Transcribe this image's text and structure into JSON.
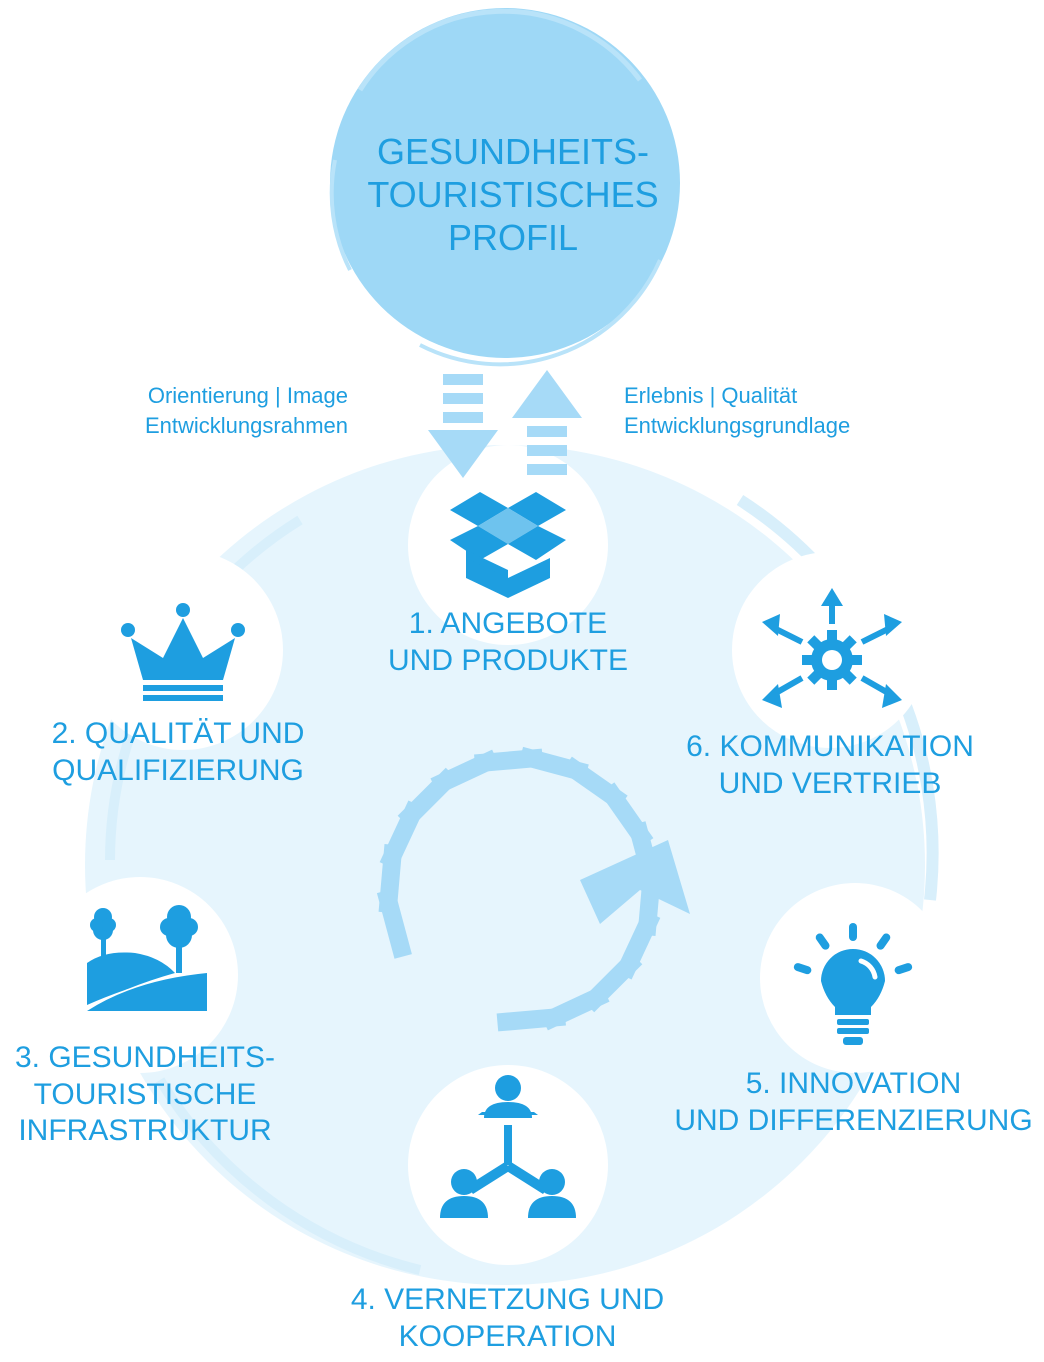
{
  "profile": {
    "line1": "GESUNDHEITS-",
    "line2": "TOURISTISCHES",
    "line3": "PROFIL"
  },
  "arrows": {
    "left_line1": "Orientierung | Image",
    "left_line2": "Entwicklungsrahmen",
    "right_line1": "Erlebnis | Qualität",
    "right_line2": "Entwicklungsgrundlage"
  },
  "fields": [
    {
      "icon": "box-icon",
      "line1": "1. ANGEBOTE",
      "line2": "UND PRODUKTE"
    },
    {
      "icon": "crown-icon",
      "line1": "2. QUALITÄT UND",
      "line2": "QUALIFIZIERUNG"
    },
    {
      "icon": "landscape-trees-icon",
      "line1": "3. GESUNDHEITS-",
      "line2": "TOURISTISCHE",
      "line3": "INFRASTRUKTUR"
    },
    {
      "icon": "network-people-icon",
      "line1": "4. VERNETZUNG UND",
      "line2": "KOOPERATION"
    },
    {
      "icon": "lightbulb-icon",
      "line1": "5. INNOVATION",
      "line2": "UND DIFFERENZIERUNG"
    },
    {
      "icon": "gear-arrows-icon",
      "line1": "6. KOMMUNIKATION",
      "line2": "UND VERTRIEB"
    }
  ],
  "colors": {
    "accent": "#1e9ee0",
    "profile_circle": "#9ed8f6",
    "cycle_background": "#e6f5fd",
    "arrow_light": "#a6daf7"
  }
}
